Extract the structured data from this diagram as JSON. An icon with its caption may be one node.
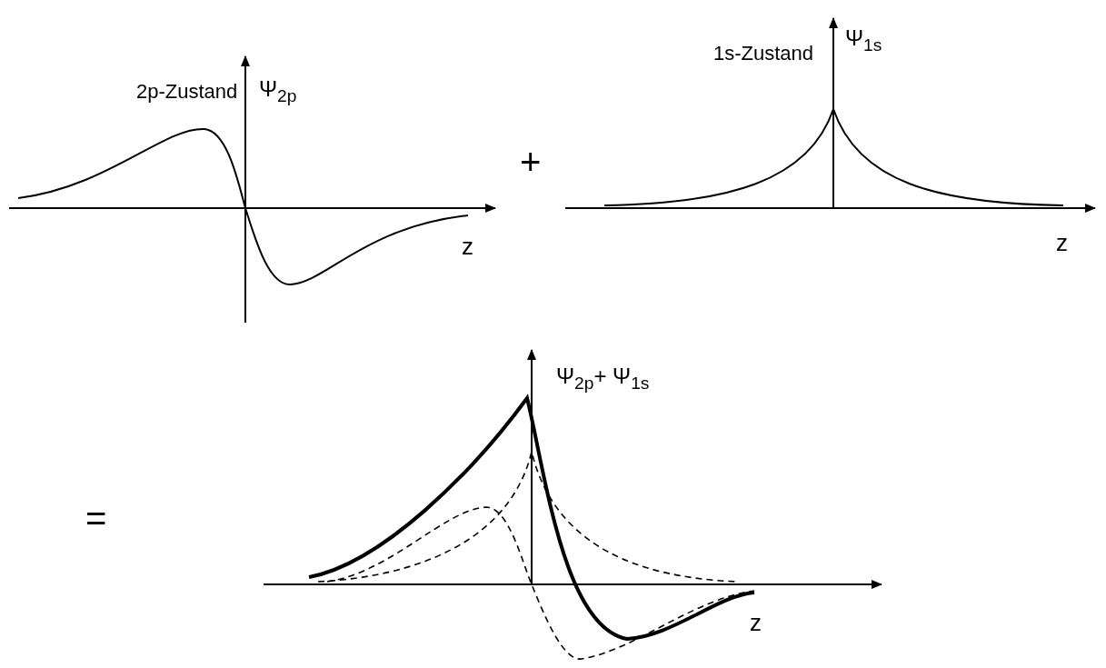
{
  "diagram": {
    "labels": [
      "2p-Zustand",
      "Ψ$_{2p}$",
      "+",
      "1s-Zustand",
      "Ψ$_{1s}$",
      "z",
      "z",
      "Ψ$_{2p}$+ Ψ$_{1s}$",
      "=",
      "z"
    ]
  }
}
